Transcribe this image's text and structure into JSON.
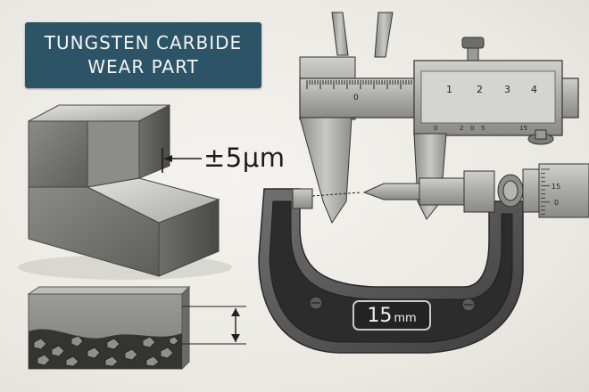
{
  "title": {
    "line1": "TUNGSTEN CARBIDE",
    "line2": "WEAR PART"
  },
  "tolerance_label": "±5μm",
  "caliper": {
    "main_scale": [
      "0",
      "1",
      "2",
      "3",
      "4"
    ],
    "vernier_scale": [
      "0",
      "2",
      "0",
      "5",
      "15"
    ]
  },
  "micrometer": {
    "thimble_scale": [
      "15",
      "0"
    ],
    "readout_value": "15",
    "readout_unit": "mm"
  },
  "icons": {
    "block": "l-shaped-block-icon",
    "cross_section": "cross-section-block-icon",
    "caliper": "vernier-caliper-icon",
    "micrometer": "micrometer-icon"
  },
  "colors": {
    "title_bg": "#2d5466",
    "title_text": "#f3f5f4",
    "ink": "#1c1c1c",
    "metal": "#9a9a96"
  }
}
